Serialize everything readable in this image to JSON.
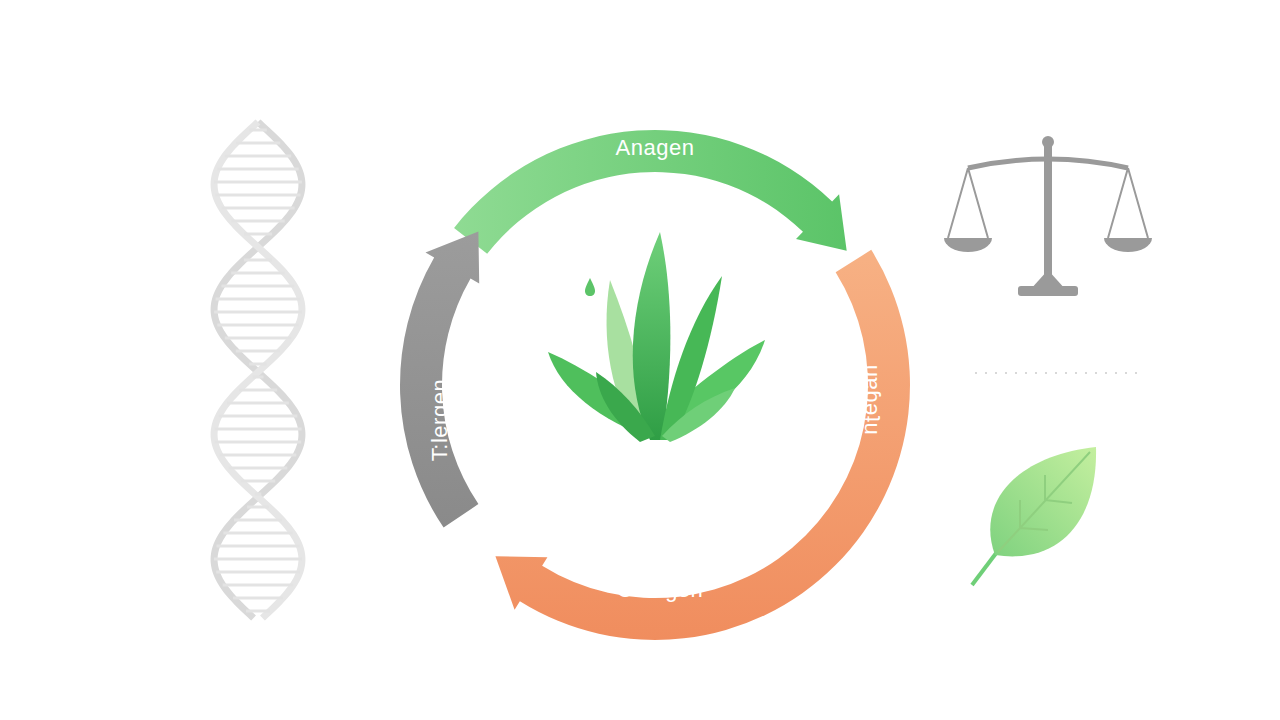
{
  "diagram": {
    "nodes": [
      {
        "text": [
          "Anagen"
        ]
      },
      {
        "text": [
          "T:lergen"
        ]
      },
      {
        "text": [
          "uɐɓǝʇu"
        ]
      },
      {
        "text": [
          "Catagen"
        ]
      }
    ]
  }
}
